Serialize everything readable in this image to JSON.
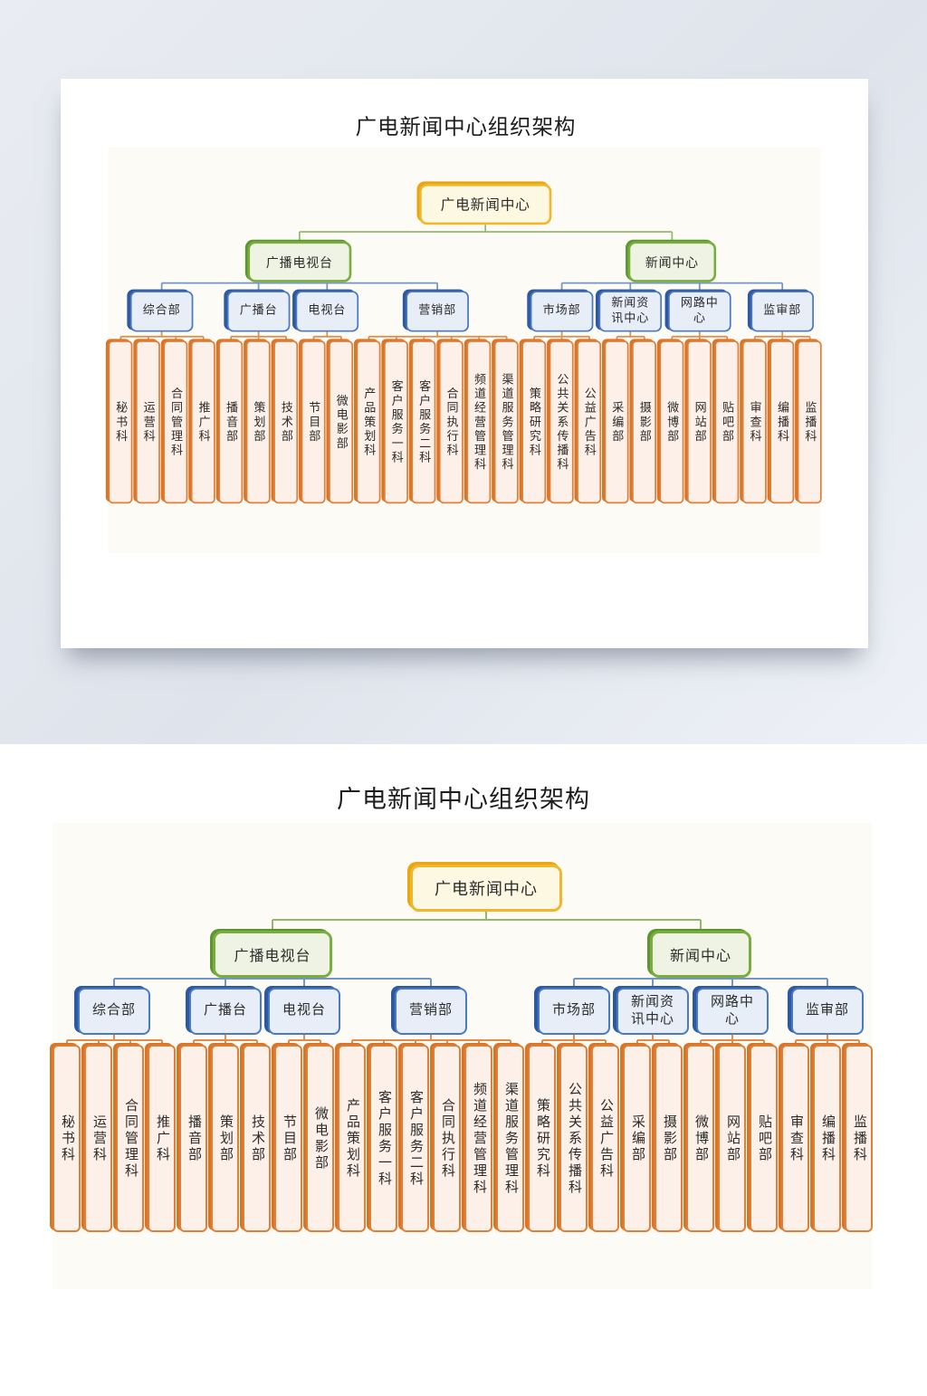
{
  "chart": {
    "title": "广电新闻中心组织架构",
    "root": {
      "label": "广电新闻中心"
    },
    "groups": [
      {
        "label": "广播电视台",
        "departments": [
          {
            "label": "综合部",
            "children": [
              "秘书科",
              "运营科",
              "合同管理科",
              "推广科"
            ]
          },
          {
            "label": "广播台",
            "children": [
              "播音部",
              "策划部",
              "技术部"
            ]
          },
          {
            "label": "电视台",
            "children": [
              "节目部",
              "微电影部"
            ]
          },
          {
            "label": "营销部",
            "children": [
              "产品策划科",
              "客户服务一科",
              "客户服务二科",
              "合同执行科",
              "频道经营管理科",
              "渠道服务管理科"
            ]
          }
        ]
      },
      {
        "label": "新闻中心",
        "departments": [
          {
            "label": "市场部",
            "children": [
              "策略研究科",
              "公共关系传播科",
              "公益广告科"
            ]
          },
          {
            "label": "新闻资\n讯中心",
            "children": [
              "采编部",
              "摄影部"
            ]
          },
          {
            "label": "网路中\n心",
            "children": [
              "微博部",
              "网站部",
              "贴吧部"
            ]
          },
          {
            "label": "监审部",
            "children": [
              "审查科",
              "编播科",
              "监播科"
            ]
          }
        ]
      }
    ],
    "colors": {
      "root_fill": "#fdf8e2",
      "root_border": "#f0b62c",
      "root_shadow": "#e7a614",
      "group_fill": "#eef3e4",
      "group_border": "#79ae3e",
      "group_shadow": "#5d9630",
      "dept_fill": "#e8eef8",
      "dept_border": "#4a7ac2",
      "dept_shadow": "#2e58a0",
      "leaf_fill": "#fdf0e8",
      "leaf_border": "#e07f38",
      "leaf_shadow": "#d97527",
      "line_green": "#93b96c",
      "line_blue": "#7396c6",
      "line_orange": "#e18d49",
      "title_color": "#1d1d1d",
      "text_color": "#2b2b2b",
      "bg_top_1": "#e9ecf2",
      "bg_top_2": "#dfe4ec",
      "bg_top_3": "#eef1f7",
      "card_bg": "#ffffff",
      "panel_bg": "#fcfbf6"
    }
  }
}
